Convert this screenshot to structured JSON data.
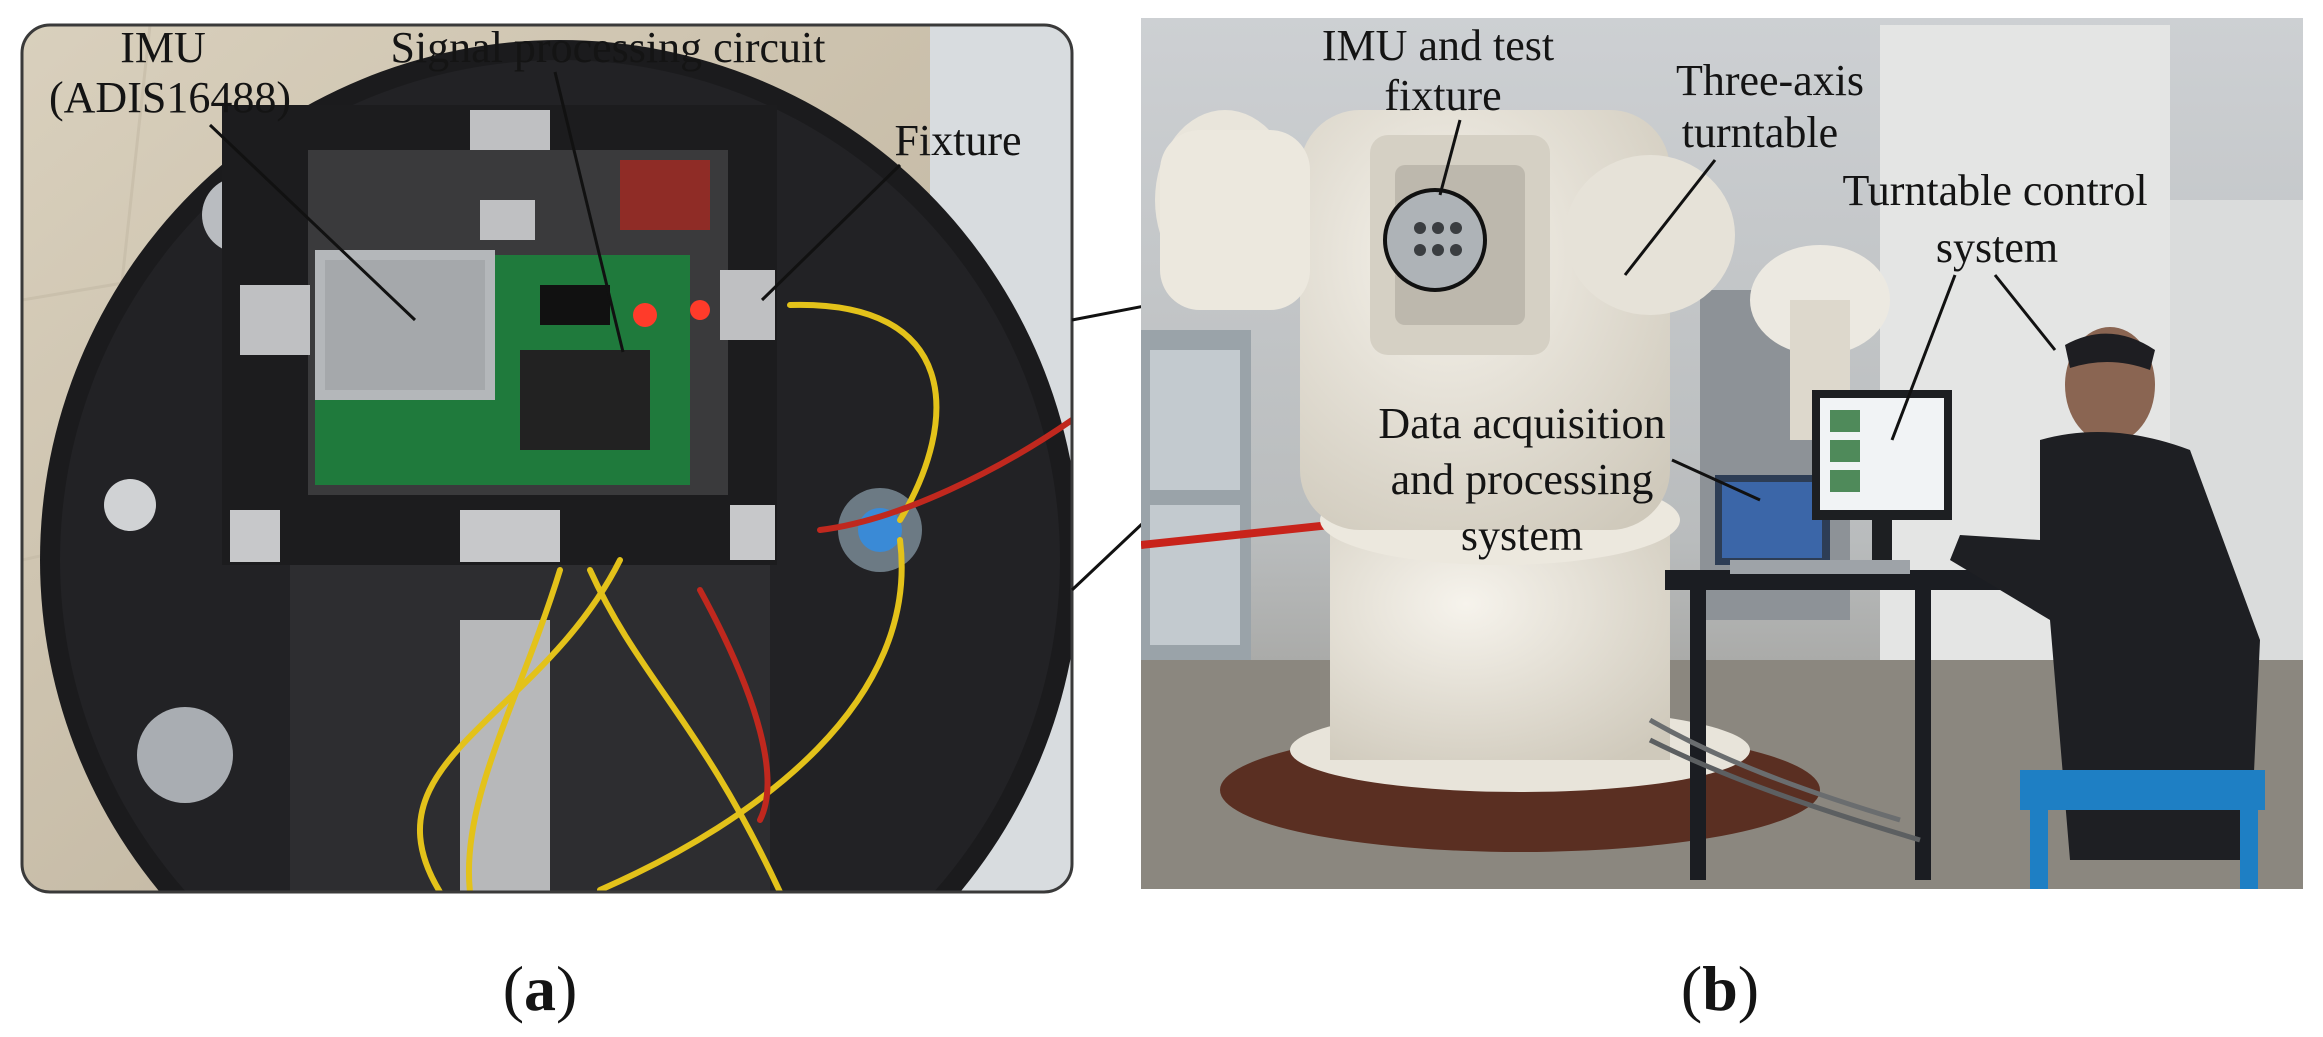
{
  "figure": {
    "panel_a": {
      "caption_open": "(",
      "caption_letter": "a",
      "caption_close": ")",
      "labels": {
        "imu_line1": "IMU",
        "imu_line2": "(ADIS16488)",
        "signal_processing": "Signal processing circuit",
        "fixture": "Fixture"
      }
    },
    "panel_b": {
      "caption_open": "(",
      "caption_letter": "b",
      "caption_close": ")",
      "labels": {
        "imu_fixture_line1": "IMU and test",
        "imu_fixture_line2": "fixture",
        "turntable_line1": "Three-axis",
        "turntable_line2": "turntable",
        "control_line1": "Turntable control",
        "control_line2": "system",
        "daq_line1": "Data acquisition",
        "daq_line2": "and processing",
        "daq_line3": "system"
      }
    }
  },
  "colors": {
    "pcb_green": "#1f7a3c",
    "wire_yellow": "#e3c21a",
    "wire_red": "#c0281e",
    "fixture_black": "#1c1c1e",
    "turntable_cream": "#e8e4da"
  }
}
